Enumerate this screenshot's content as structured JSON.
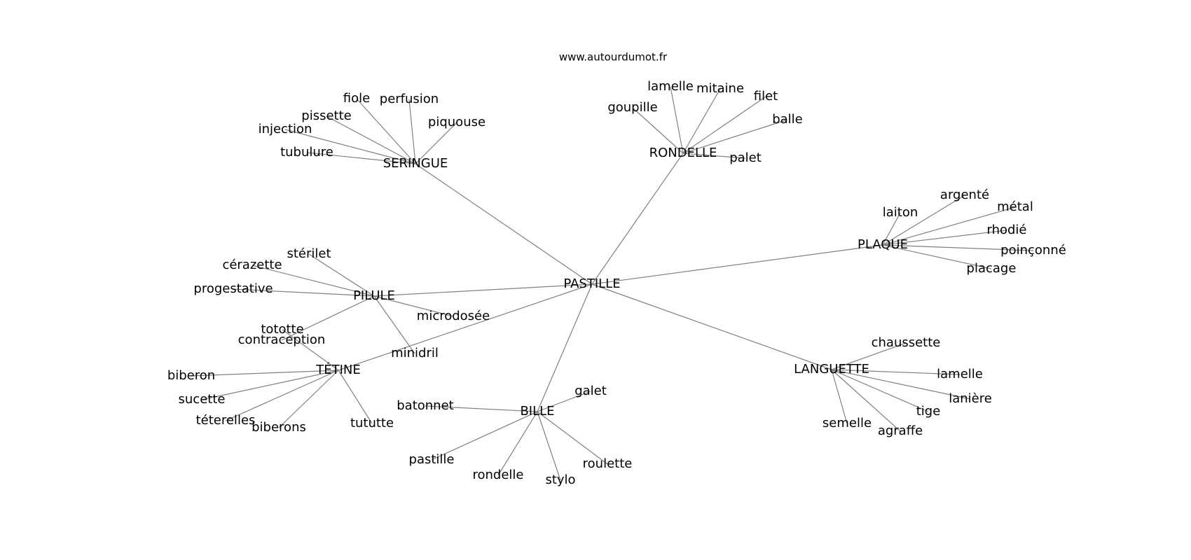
{
  "source": "www.autourdumot.fr",
  "center": "PASTILLE",
  "clusters": [
    {
      "hub": "SERINGUE",
      "leaves": [
        "fiole",
        "perfusion",
        "pissette",
        "piquouse",
        "injection",
        "tubulure"
      ]
    },
    {
      "hub": "RONDELLE",
      "leaves": [
        "lamelle",
        "mitaine",
        "filet",
        "goupille",
        "balle",
        "palet"
      ]
    },
    {
      "hub": "PLAQUE",
      "leaves": [
        "argenté",
        "laiton",
        "métal",
        "rhodié",
        "poinçonné",
        "placage"
      ]
    },
    {
      "hub": "PILULE",
      "leaves": [
        "stérilet",
        "cérazette",
        "progestative",
        "microdosée",
        "minidril",
        "contraception"
      ]
    },
    {
      "hub": "TÉTINE",
      "leaves": [
        "tototte",
        "biberon",
        "sucette",
        "téterelles",
        "biberons",
        "tututte"
      ]
    },
    {
      "hub": "BILLE",
      "leaves": [
        "galet",
        "batonnet",
        "pastille",
        "rondelle",
        "stylo",
        "roulette"
      ]
    },
    {
      "hub": "LANGUETTE",
      "leaves": [
        "chaussette",
        "lamelle",
        "lanière",
        "tige",
        "semelle",
        "agraffe"
      ]
    }
  ],
  "colors": {
    "edge": "#808080",
    "text": "#000000",
    "background": "#ffffff"
  }
}
